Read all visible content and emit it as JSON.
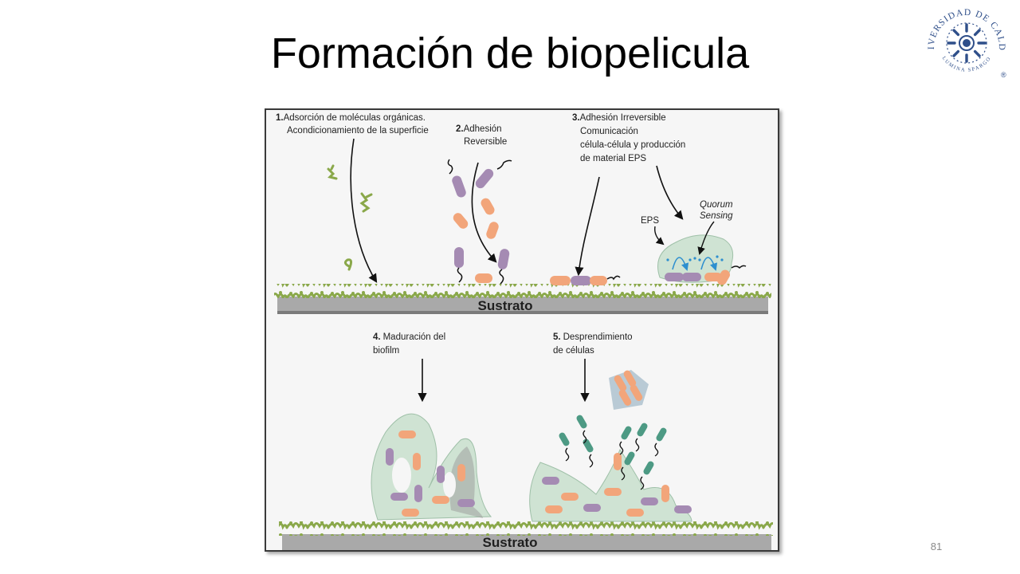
{
  "slide": {
    "title": "Formación de biopelicula",
    "page_number": "81"
  },
  "logo": {
    "text_top": "UNIVERSIDAD DE CALDAS",
    "text_bottom": "LUMINA SPARGO",
    "mark": "®",
    "color": "#2f4f8a"
  },
  "figure": {
    "steps": [
      {
        "number": "1.",
        "lines": [
          "Adsorción de moléculas orgánicas.",
          "Acondicionamiento de la superficie"
        ]
      },
      {
        "number": "2.",
        "lines": [
          "Adhesión",
          "Reversible"
        ]
      },
      {
        "number": "3.",
        "lines": [
          "Adhesión Irreversible",
          "Comunicación",
          "célula-célula y producción",
          "de material EPS"
        ]
      },
      {
        "number": "4.",
        "lines": [
          "Maduración del",
          "biofilm"
        ]
      },
      {
        "number": "5.",
        "lines": [
          "Desprendimiento",
          "de células"
        ]
      }
    ],
    "eps_label": "EPS",
    "quorum_lines": [
      "Quorum",
      "Sensing"
    ],
    "substrate_label": "Sustrato",
    "colors": {
      "purple_cell": "#a58bb3",
      "orange_cell": "#f2a57a",
      "teal_cell": "#4d9a84",
      "matrix": "#cfe3d3",
      "substrate": "#a9a9a9",
      "moss": "#8aa84a",
      "signal": "#2e8fcf"
    }
  }
}
